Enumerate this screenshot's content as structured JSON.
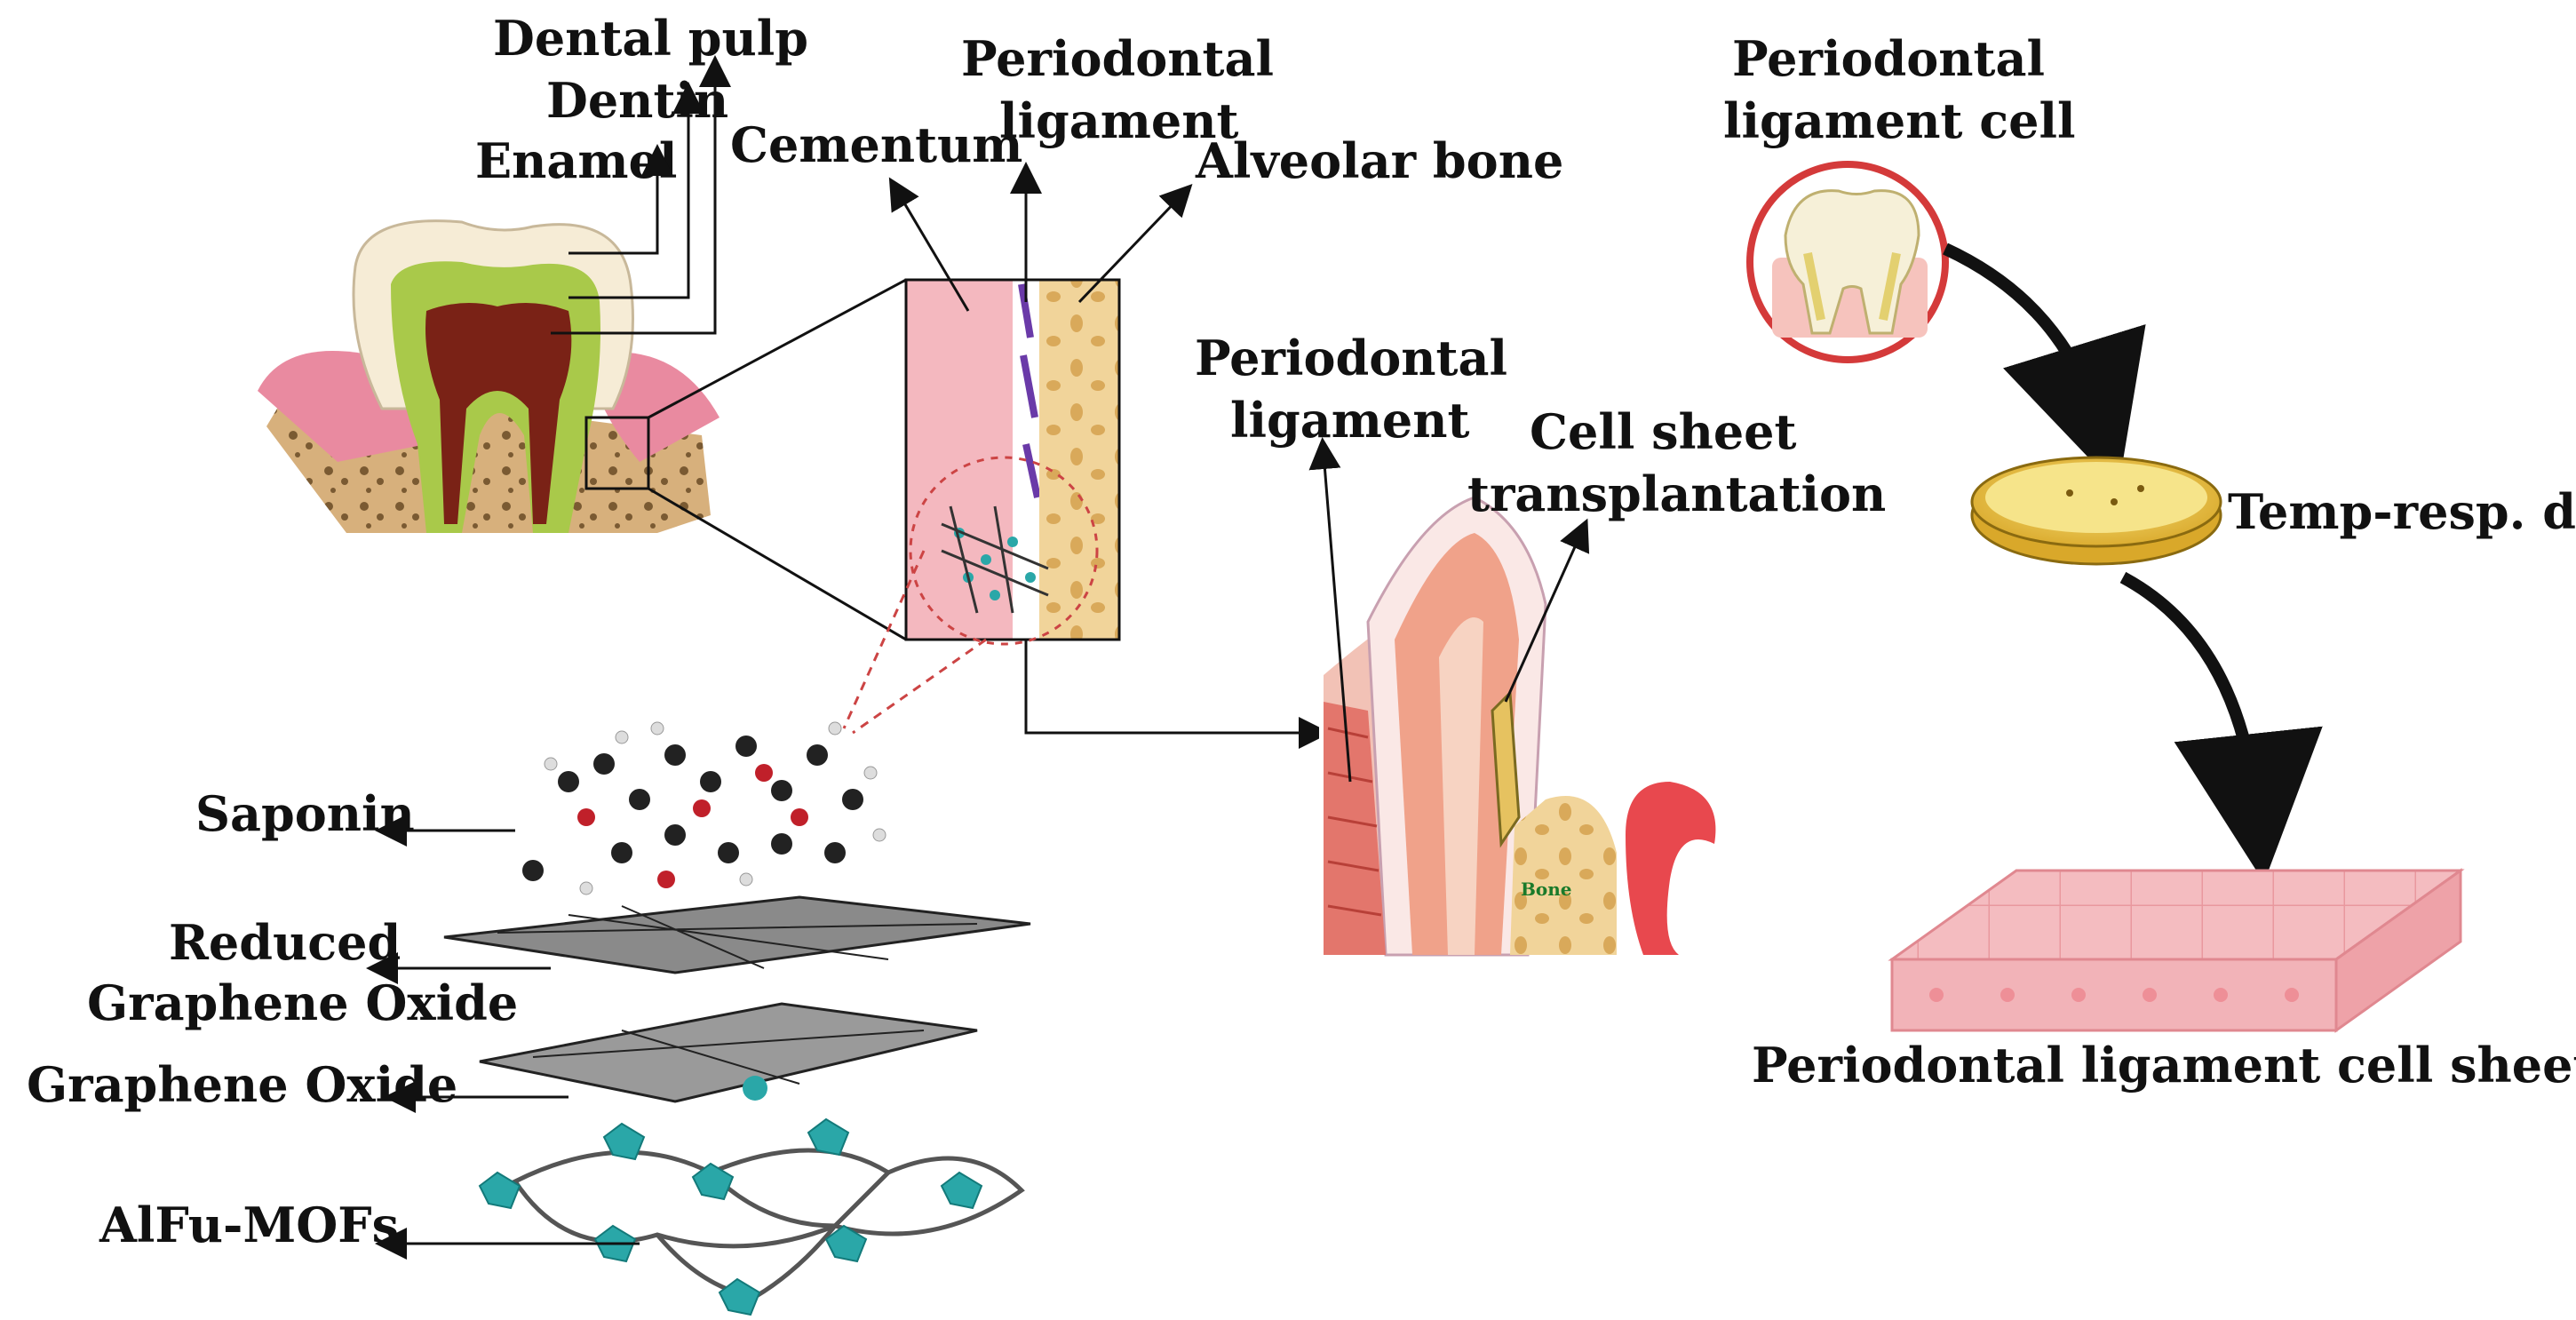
{
  "tooth_anatomy": {
    "dental_pulp": "Dental pulp",
    "dentin": "Dentin",
    "enamel": "Enamel",
    "cementum": "Cementum",
    "periodontal_ligament": [
      "Periodontal",
      "ligament"
    ],
    "alveolar_bone": "Alveolar bone"
  },
  "materials": {
    "saponin": "Saponin",
    "rgo": [
      "Reduced",
      "Graphene Oxide"
    ],
    "go": "Graphene Oxide",
    "mof": "AlFu-MOFs"
  },
  "transplant": {
    "pdl": [
      "Periodontal",
      "ligament"
    ],
    "cell_sheet": [
      "Cell sheet",
      "transplantation"
    ],
    "bone": "Bone"
  },
  "culture": {
    "pdl_cell": [
      "Periodontal",
      "ligament cell"
    ],
    "dish": "Temp-resp. dish",
    "sheet": "Periodontal ligament cell sheet"
  },
  "colors": {
    "gum": "#e98aa0",
    "enamel": "#f6ecd6",
    "dentin": "#a9c94a",
    "pulp": "#7a2216",
    "bone": "#d7b07c",
    "mof": "#2aa7a8",
    "sheet": "#f2b3b8",
    "dish": "#e8c23a",
    "accent_red": "#d43a3a"
  }
}
